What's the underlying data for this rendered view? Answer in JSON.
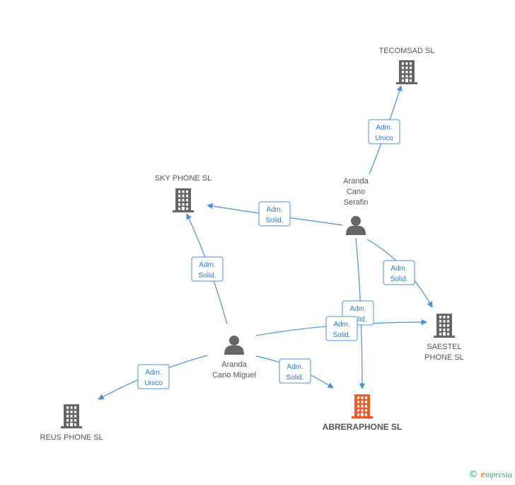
{
  "colors": {
    "edge": "#4a8fd8",
    "label_text": "#2f79c4",
    "building": "#666666",
    "building_main": "#f05a28",
    "person": "#666666",
    "node_text": "#555555"
  },
  "nodes": {
    "tecomsad": {
      "type": "company",
      "lines": [
        "TECOMSAD SL"
      ],
      "icon": "building-icon"
    },
    "sky_phone": {
      "type": "company",
      "lines": [
        "SKY PHONE SL"
      ],
      "icon": "building-icon"
    },
    "saestel": {
      "type": "company",
      "lines": [
        "SAESTEL",
        "PHONE SL"
      ],
      "icon": "building-icon"
    },
    "abreraphone": {
      "type": "company",
      "main": true,
      "lines": [
        "ABRERAPHONE SL"
      ],
      "icon": "building-icon"
    },
    "reus_phone": {
      "type": "company",
      "lines": [
        "REUS PHONE SL"
      ],
      "icon": "building-icon"
    },
    "serafin": {
      "type": "person",
      "lines": [
        "Aranda",
        "Cano",
        "Serafin"
      ],
      "icon": "person-icon"
    },
    "miguel": {
      "type": "person",
      "lines": [
        "Aranda",
        "Cano Miguel"
      ],
      "icon": "person-icon"
    }
  },
  "edges": [
    {
      "from": "serafin",
      "to": "tecomsad",
      "label": [
        "Adm.",
        "Unico"
      ]
    },
    {
      "from": "serafin",
      "to": "sky_phone",
      "label": [
        "Adm.",
        "Solid."
      ]
    },
    {
      "from": "serafin",
      "to": "saestel",
      "label": [
        "Adm.",
        "Solid."
      ]
    },
    {
      "from": "serafin",
      "to": "abreraphone",
      "label": [
        "Adm.",
        "Solid."
      ]
    },
    {
      "from": "miguel",
      "to": "sky_phone",
      "label": [
        "Adm.",
        "Solid."
      ]
    },
    {
      "from": "miguel",
      "to": "saestel",
      "label": [
        "Adm.",
        "Solid."
      ]
    },
    {
      "from": "miguel",
      "to": "abreraphone",
      "label": [
        "Adm.",
        "Solid."
      ]
    },
    {
      "from": "miguel",
      "to": "reus_phone",
      "label": [
        "Adm.",
        "Unico"
      ]
    }
  ],
  "brand": {
    "copyright": "©",
    "e": "e",
    "rest": "mpresia"
  }
}
